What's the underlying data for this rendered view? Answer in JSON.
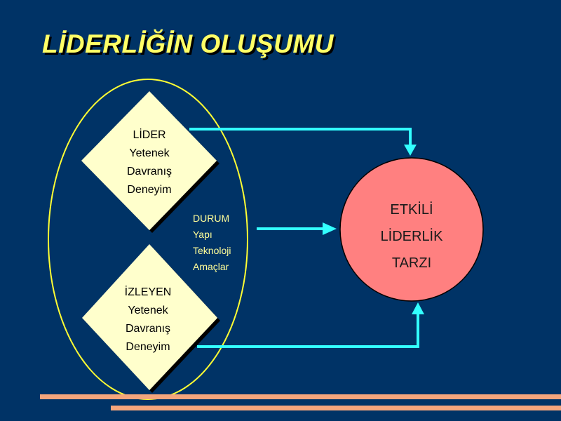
{
  "title": "LİDERLİĞİN OLUŞUMU",
  "leader_box": {
    "heading": "LİDER",
    "lines": [
      "Yetenek",
      "Davranış",
      "Deneyim"
    ]
  },
  "follower_box": {
    "heading": "İZLEYEN",
    "lines": [
      "Yetenek",
      "Davranış",
      "Deneyim"
    ]
  },
  "situation": {
    "heading": "DURUM",
    "lines": [
      "Yapı",
      "Teknoloji",
      "Amaçlar"
    ]
  },
  "result": {
    "lines": [
      "ETKİLİ",
      "LİDERLİK",
      "TARZI"
    ]
  },
  "colors": {
    "background": "#003366",
    "title": "#FFFF66",
    "ellipse": "#FFFF33",
    "diamond_fill": "#FFFFCC",
    "arrow": "#33FFFF",
    "circle_fill": "#FF8080",
    "situation_text": "#FFFF99",
    "stripe": "#F4A57C"
  }
}
